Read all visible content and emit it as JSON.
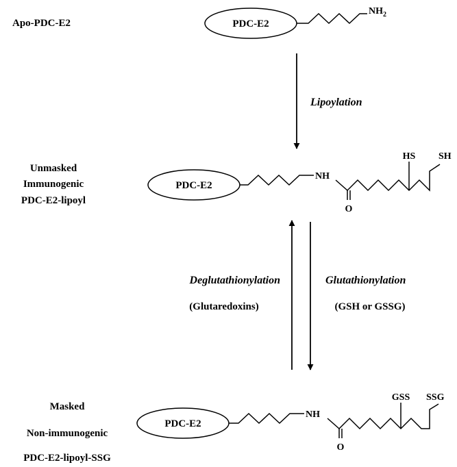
{
  "stages": {
    "apo": {
      "label": "Apo-PDC-E2"
    },
    "unmasked": {
      "line1": "Unmasked",
      "line2": "Immunogenic",
      "line3": "PDC-E2-lipoyl"
    },
    "masked": {
      "line1": "Masked",
      "line2": "Non-immunogenic",
      "line3": "PDC-E2-lipoyl-SSG"
    }
  },
  "molecule": {
    "protein_label": "PDC-E2",
    "amine_group": "NH",
    "amine_subscript": "2",
    "amide_nh": "NH",
    "carbonyl_o": "O",
    "thiol_1": "HS",
    "thiol_2": "SH",
    "gss": "GSS",
    "ssg": "SSG"
  },
  "reactions": {
    "lipoylation": "Lipoylation",
    "deglutathionylation": "Deglutathionylation",
    "deglutathionylation_agent": "(Glutaredoxins)",
    "glutathionylation": "Glutathionylation",
    "glutathionylation_agent": "(GSH or GSSG)"
  }
}
